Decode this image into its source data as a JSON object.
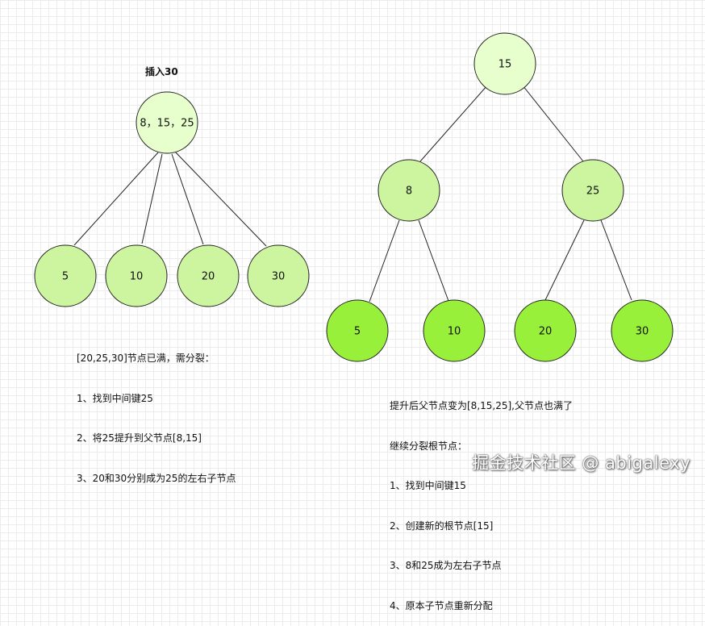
{
  "left_diagram": {
    "title": "插入30",
    "root_label": "8，15，25",
    "children": [
      "5",
      "10",
      "20",
      "30"
    ],
    "note_lines": [
      "[20,25,30]节点已满，需分裂：",
      "1、找到中间键25",
      "2、将25提升到父节点[8,15]",
      "3、20和30分别成为25的左右子节点"
    ]
  },
  "right_diagram": {
    "root_label": "15",
    "level2": [
      "8",
      "25"
    ],
    "leaves": [
      "5",
      "10",
      "20",
      "30"
    ],
    "note_lines": [
      "提升后父节点变为[8,15,25],父节点也满了",
      "继续分裂根节点：",
      "1、找到中间键15",
      "2、创建新的根节点[15]",
      "3、8和25成为左右子节点",
      "4、原本子节点重新分配"
    ]
  },
  "watermark": "掘金技术社区 @ abigalexy",
  "colors": {
    "light_fill": "#e6ffcc",
    "medium_fill": "#cdf5a0",
    "bright_fill": "#99f03a",
    "stroke": "#222222"
  }
}
